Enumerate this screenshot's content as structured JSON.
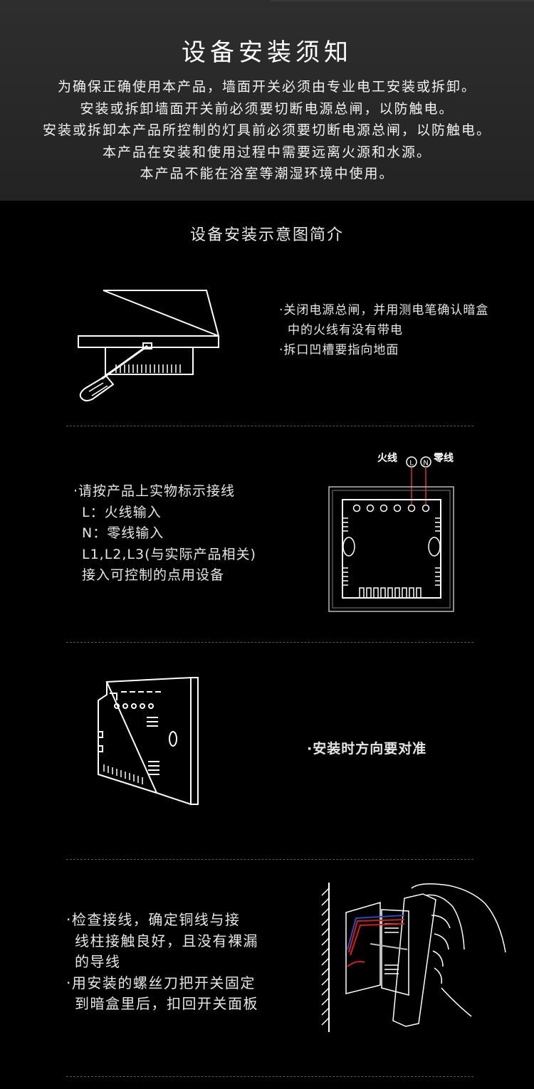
{
  "header": {
    "title": "设备安装须知",
    "notes": [
      "为确保正确使用本产品，墙面开关必须由专业电工安装或拆卸。",
      "安装或拆卸墙面开关前必须要切断电源总闸，以防触电。",
      "安装或拆卸本产品所控制的灯具前必须要切断电源总闸，以防触电。",
      "本产品在安装和使用过程中需要远离火源和水源。",
      "本产品不能在浴室等潮湿环境中使用。"
    ]
  },
  "section": {
    "title": "设备安装示意图简介"
  },
  "steps": [
    {
      "lines": [
        "·关闭电源总闸，并用测电笔确认暗盒",
        "中的火线有没有带电",
        "·拆口凹槽要指向地面"
      ]
    },
    {
      "lines": [
        "·请按产品上实物标示接线",
        "L：火线输入",
        "N：零线输入",
        "L1,L2,L3(与实际产品相关)",
        "接入可控制的点用设备"
      ],
      "wire_labels": {
        "live": "火线",
        "neutral": "零线",
        "live_mark": "L",
        "neutral_mark": "N"
      },
      "colors": {
        "live_wire": "#e03030",
        "neutral_wire": "#e03030"
      }
    },
    {
      "lines": [
        "·安装时方向要对准"
      ]
    },
    {
      "lines": [
        "·检查接线，确定铜线与接",
        "线柱接触良好，且没有裸漏",
        "的导线",
        "·用安装的螺丝刀把开关固定",
        "到暗盒里后，扣回开关面板"
      ],
      "colors": {
        "red_wire": "#d02020",
        "blue_wire": "#2050c0"
      }
    }
  ]
}
